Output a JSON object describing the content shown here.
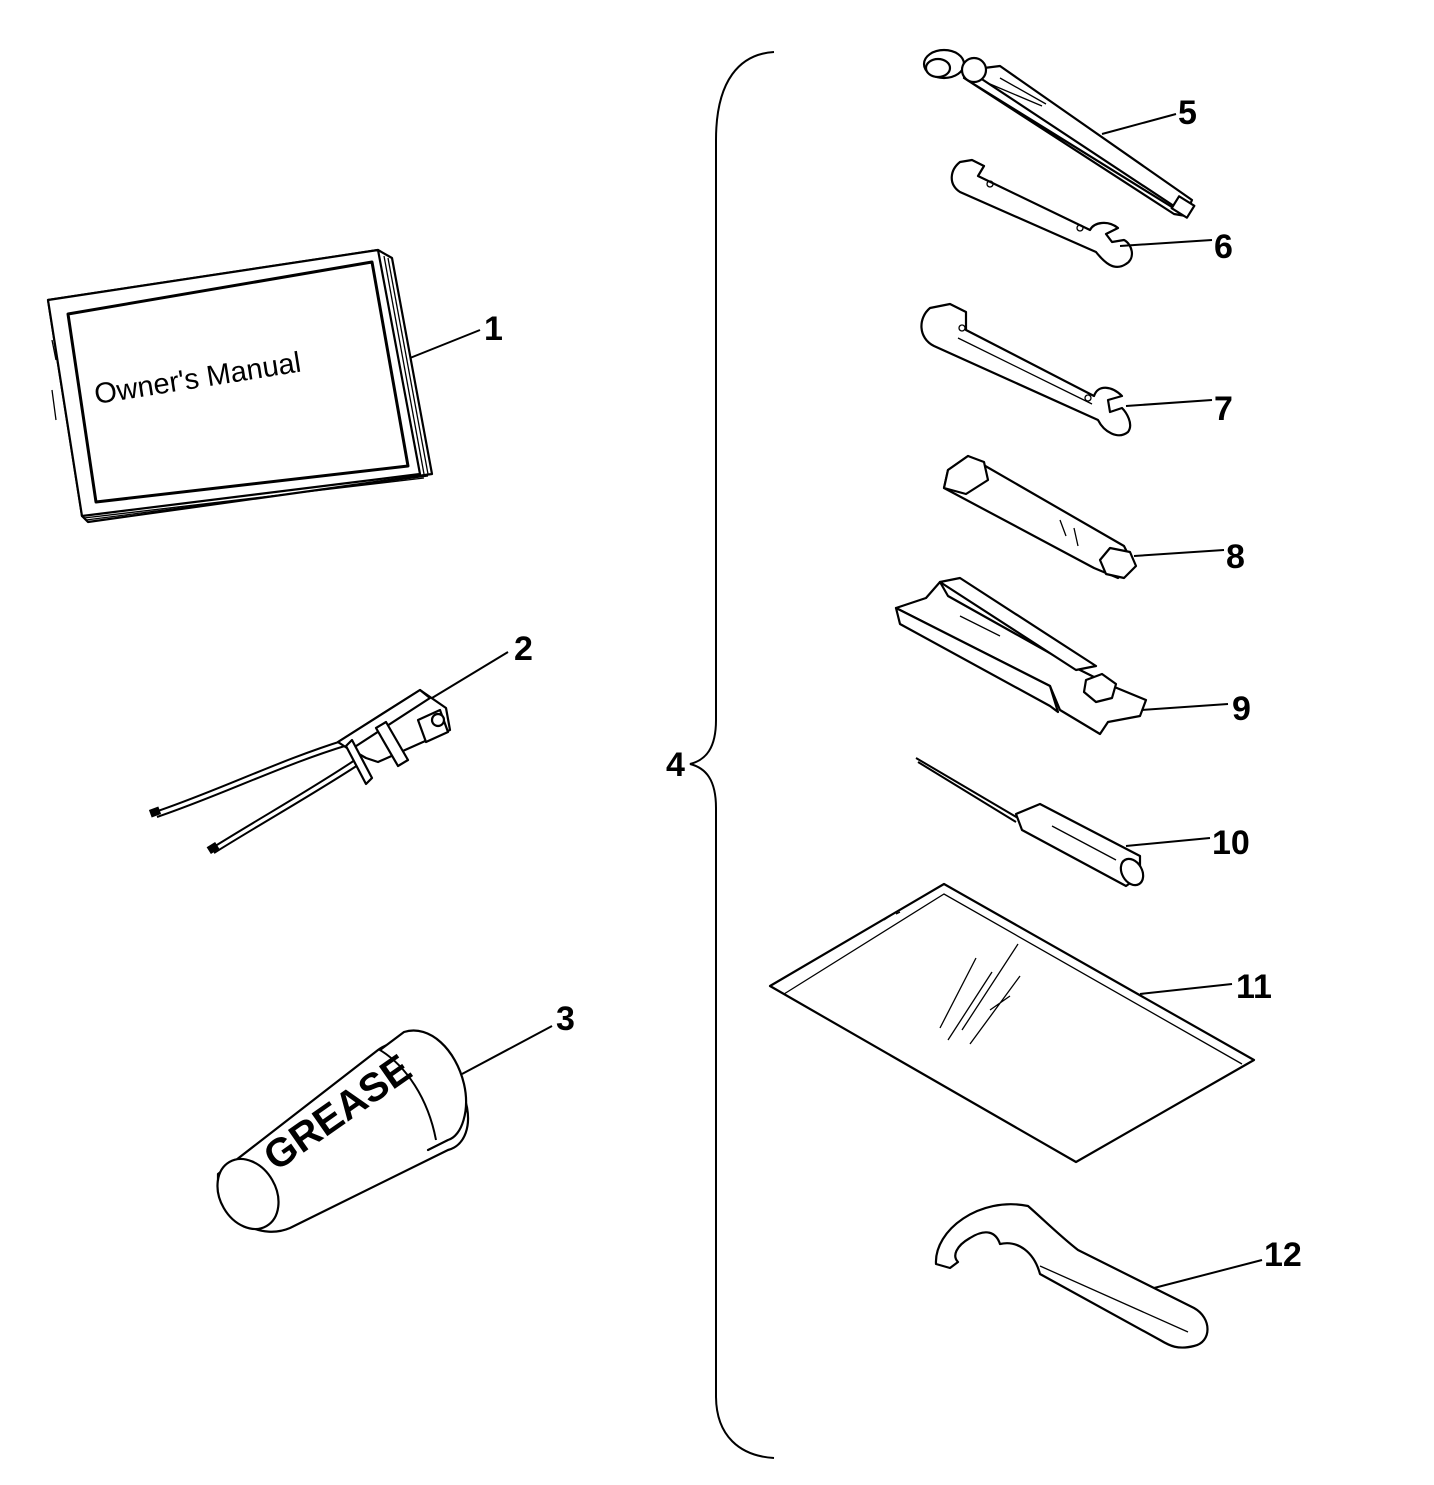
{
  "parts": [
    {
      "number": "1",
      "part_text": "Owner's Manual"
    },
    {
      "number": "2",
      "part_text": ""
    },
    {
      "number": "3",
      "part_text": "GREASE"
    },
    {
      "number": "4",
      "part_text": ""
    },
    {
      "number": "5",
      "part_text": ""
    },
    {
      "number": "6",
      "part_text": ""
    },
    {
      "number": "7",
      "part_text": ""
    },
    {
      "number": "8",
      "part_text": ""
    },
    {
      "number": "9",
      "part_text": ""
    },
    {
      "number": "10",
      "part_text": ""
    },
    {
      "number": "11",
      "part_text": ""
    },
    {
      "number": "12",
      "part_text": ""
    }
  ],
  "colors": {
    "line": "#000000",
    "background": "#ffffff"
  }
}
